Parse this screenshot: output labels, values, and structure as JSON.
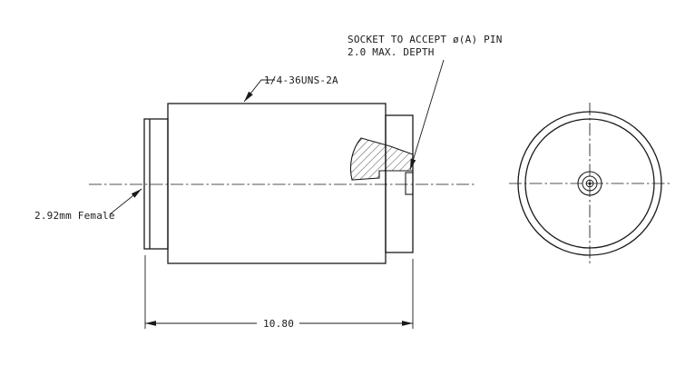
{
  "drawing": {
    "notes": {
      "socket_line1": "SOCKET TO ACCEPT ø(A) PIN",
      "socket_line2": "2.0 MAX. DEPTH",
      "thread_spec": "1/4-36UNS-2A",
      "connector_label": "2.92mm Female"
    },
    "dimensions": {
      "overall_length": "10.80"
    },
    "colors": {
      "line": "#1a1a1a",
      "background": "#ffffff"
    }
  }
}
